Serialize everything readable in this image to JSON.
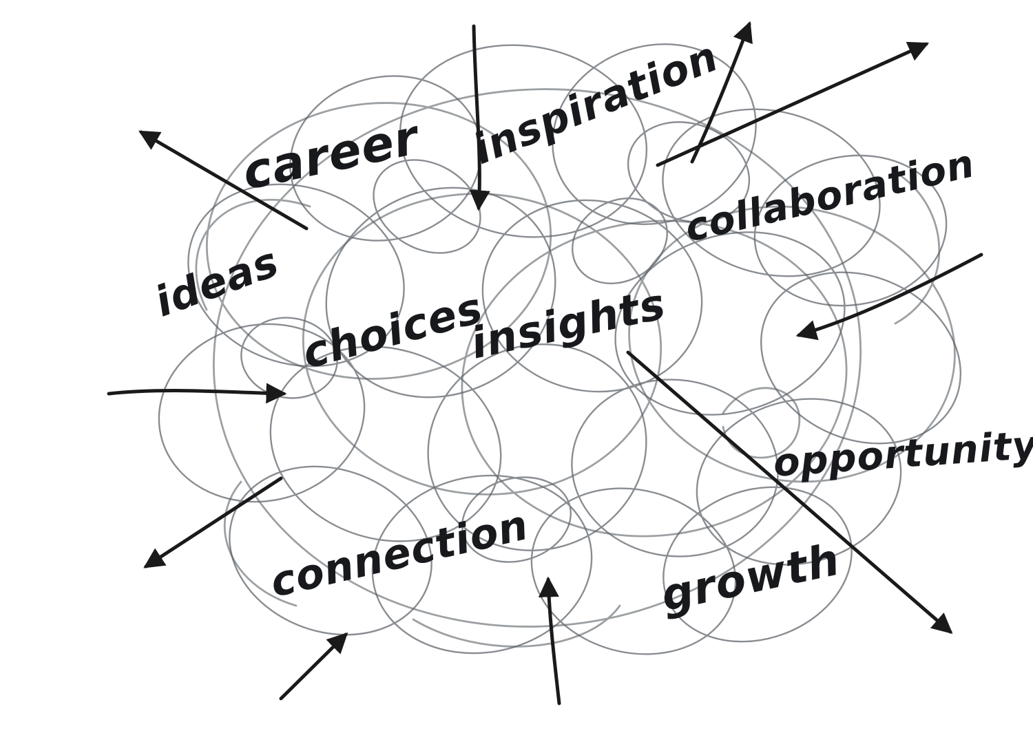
{
  "diagram": {
    "type": "hand-drawn scribble mind map",
    "background_color": "#ffffff",
    "ink_color": "#1a1a1a",
    "scribble_color": "#5b6167",
    "words": [
      {
        "id": "ideas",
        "label": "ideas"
      },
      {
        "id": "career",
        "label": "career"
      },
      {
        "id": "inspiration",
        "label": "inspiration"
      },
      {
        "id": "collaboration",
        "label": "collaboration"
      },
      {
        "id": "choices",
        "label": "choices"
      },
      {
        "id": "insights",
        "label": "insights"
      },
      {
        "id": "opportunity",
        "label": "opportunity"
      },
      {
        "id": "connection",
        "label": "connection"
      },
      {
        "id": "growth",
        "label": "growth"
      }
    ],
    "arrows": [
      {
        "id": "arrow-upper-left",
        "direction": "up-left"
      },
      {
        "id": "arrow-center-down",
        "direction": "down"
      },
      {
        "id": "arrow-top-middle-up",
        "direction": "up-right"
      },
      {
        "id": "arrow-top-right-long",
        "direction": "up-right"
      },
      {
        "id": "arrow-right-inward",
        "direction": "down-left"
      },
      {
        "id": "arrow-left-horizontal",
        "direction": "right"
      },
      {
        "id": "arrow-lower-left",
        "direction": "down-left"
      },
      {
        "id": "arrow-bottom-left-up",
        "direction": "up-right"
      },
      {
        "id": "arrow-bottom-middle-up",
        "direction": "up"
      },
      {
        "id": "arrow-bottom-right-long",
        "direction": "down-right"
      }
    ]
  }
}
